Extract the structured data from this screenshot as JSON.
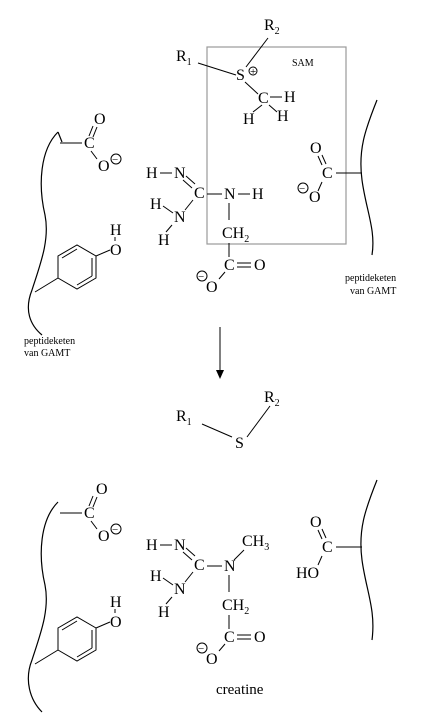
{
  "labels": {
    "r1": "R",
    "r1_sub": "1",
    "r2": "R",
    "r2_sub": "2",
    "sulfur": "S",
    "sam": "SAM",
    "carbon": "C",
    "hydrogen": "H",
    "oxygen": "O",
    "nitrogen": "N",
    "ch2": "CH",
    "ch2_sub": "2",
    "ch3": "CH",
    "ch3_sub": "3",
    "ho": "HO",
    "peptide_chain": "peptideketen",
    "van_gamt": "van GAMT",
    "product_name": "creatine"
  },
  "symbols": {
    "plus_charge": "+",
    "minus_charge": "−"
  },
  "icons": {
    "reaction_arrow": "down-arrow-icon",
    "phenol_ring": "benzene-ring-icon"
  }
}
